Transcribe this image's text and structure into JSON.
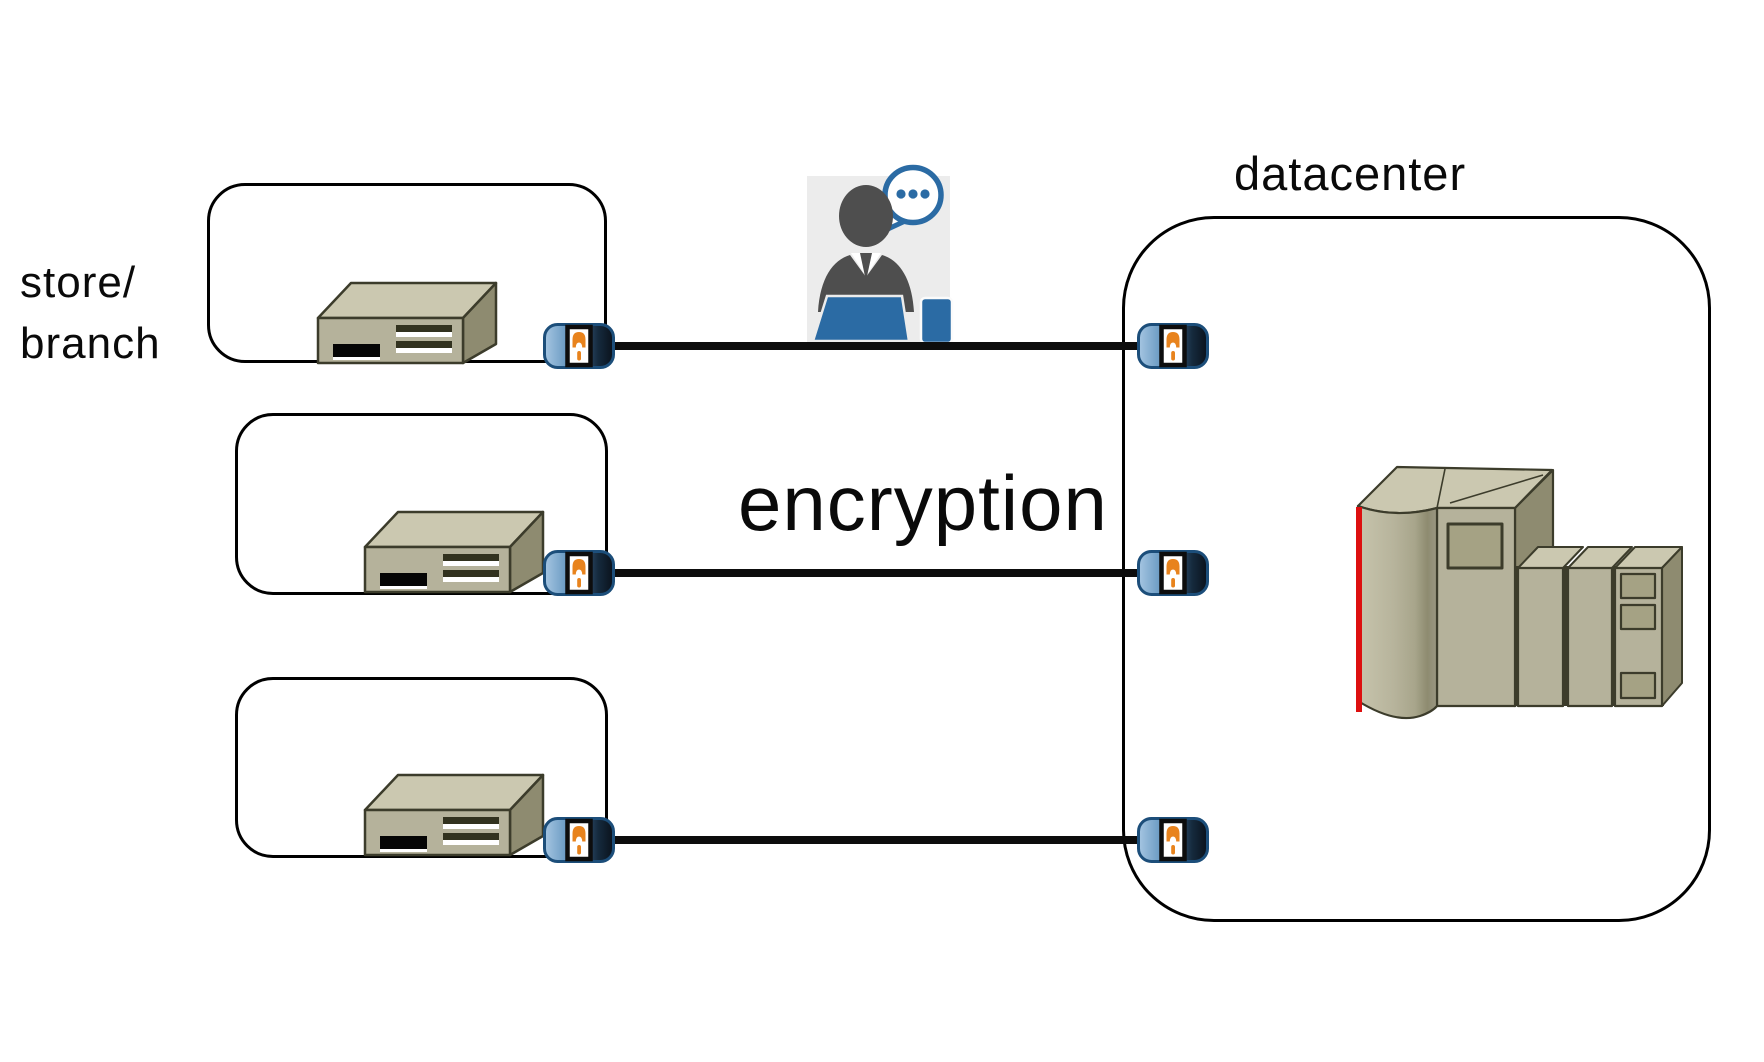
{
  "labels": {
    "side_label_line1": "store/",
    "side_label_line2": "branch",
    "datacenter": "datacenter",
    "encryption": "encryption"
  },
  "colors": {
    "background": "#ffffff",
    "box_outline": "#000000",
    "link_line": "#0d0d0d",
    "lock_orange": "#e8831d",
    "lock_blue_light": "#a6c6e2",
    "lock_blue_dark": "#0a111b",
    "lock_border": "#1c4e7a",
    "person_blue": "#2b6ba4",
    "person_gray": "#4e4e4e",
    "icon_background_gray": "#ececec",
    "machine_top": "#cbc8b0",
    "machine_front": "#b5b29b",
    "machine_side": "#8e8b70",
    "machine_panel": "#a5a284",
    "machine_outline": "#3c3c2b",
    "mainframe_red_stripe": "#dd0f0f"
  },
  "icons": {
    "lock": "padlock-icon",
    "person": "person-speech-bubble-icon",
    "store_server": "server-appliance-icon",
    "datacenter_server": "mainframe-servers-icon"
  },
  "nodes": {
    "store_boxes": [
      {
        "id": "store-1"
      },
      {
        "id": "store-2"
      },
      {
        "id": "store-3"
      }
    ],
    "datacenter": {
      "id": "datacenter"
    }
  },
  "links": [
    {
      "from": "store-1",
      "to": "datacenter",
      "encrypted": true
    },
    {
      "from": "store-2",
      "to": "datacenter",
      "encrypted": true
    },
    {
      "from": "store-3",
      "to": "datacenter",
      "encrypted": true
    }
  ]
}
